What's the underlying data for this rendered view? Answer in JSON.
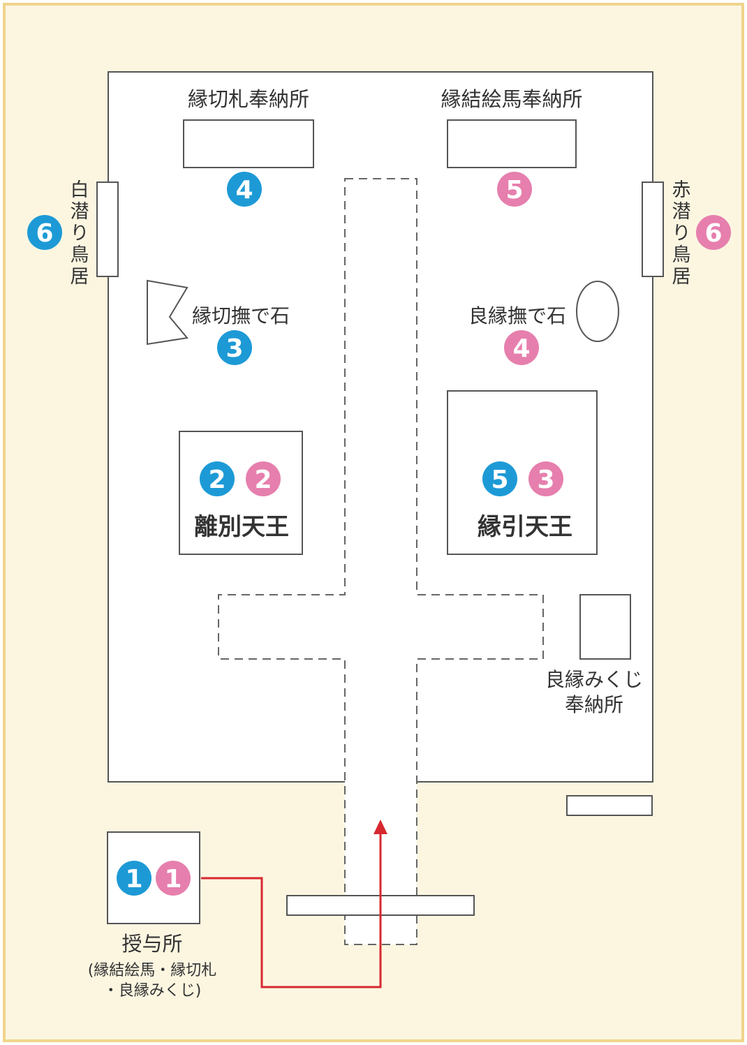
{
  "colors": {
    "background": "#fcf6e1",
    "border_gold": "#f0d48a",
    "precinct_fill": "#ffffff",
    "outline": "#555555",
    "blue_marker": "#1d9ad6",
    "pink_marker": "#e67fad",
    "route_red": "#d7282f"
  },
  "labels": {
    "enkiri_fuda": "縁切札奉納所",
    "enmusubi_ema": "縁結絵馬奉納所",
    "shiro_torii": [
      "白",
      "潜",
      "り",
      "鳥",
      "居"
    ],
    "aka_torii": [
      "赤",
      "潜",
      "り",
      "鳥",
      "居"
    ],
    "enkiri_stone": "縁切撫で石",
    "ryoen_stone": "良縁撫で石",
    "ribetsu_tenno": "離別天王",
    "enbiki_tenno": "縁引天王",
    "omikuji_line1": "良縁みくじ",
    "omikuji_line2": "奉納所",
    "juyosho": "授与所",
    "juyosho_items_line1": "(縁結絵馬・縁切札",
    "juyosho_items_line2": "・良縁みくじ)"
  },
  "markers": {
    "blue_torii": "6",
    "blue_fuda": "4",
    "blue_stone": "3",
    "blue_ribetsu": "2",
    "blue_enbiki": "5",
    "blue_juyo": "1",
    "pink_torii": "6",
    "pink_ema": "5",
    "pink_stone": "4",
    "pink_ribetsu": "2",
    "pink_enbiki": "3",
    "pink_juyo": "1"
  }
}
